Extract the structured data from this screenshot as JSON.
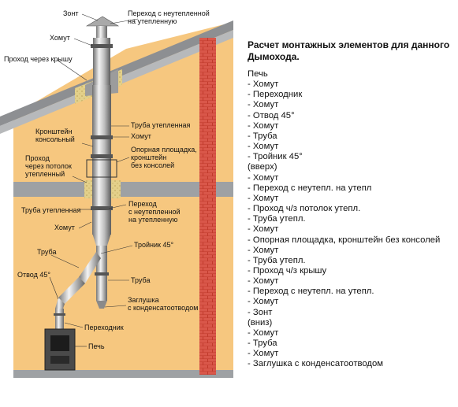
{
  "diagram": {
    "labels": {
      "zont": "Зонт",
      "perehod_top": "Переход с неутепленной\nна утепленную",
      "homut_top": "Хомут",
      "prohod_krysha": "Проход через крышу",
      "truba_uteplennaya_top": "Труба утепленная",
      "kronshtein": "Кронштейн\nконсольный",
      "homut_mid": "Хомут",
      "opornaya": "Опорная площадка,\nкронштейн\nбез консолей",
      "prohod_potolok": "Проход\nчерез потолок\nутепленный",
      "truba_uteplennaya_bottom": "Труба утепленная",
      "perehod_bottom": "Переход\nс неутепленной\nна утепленную",
      "homut_bottom": "Хомут",
      "troinik": "Тройник 45°",
      "truba_left": "Труба",
      "otvod": "Отвод 45°",
      "truba_right": "Труба",
      "zaglushka": "Заглушка\nс конденсатоотводом",
      "perehodnik": "Переходник",
      "pech": "Печь"
    }
  },
  "panel": {
    "title": "Расчет монтажных элементов для данного Дымохода.",
    "items": [
      "Печь",
      "- Хомут",
      "- Переходник",
      "- Хомут",
      "- Отвод 45°",
      "- Хомут",
      "- Труба",
      "- Хомут",
      "- Тройник 45°",
      "(вверх)",
      "- Хомут",
      "- Переход с неутепл. на утепл",
      "- Хомут",
      "- Проход ч/з потолок утепл.",
      "- Труба утепл.",
      "- Хомут",
      "- Опорная площадка, кронштейн без консолей",
      "- Хомут",
      "- Труба утепл.",
      "- Проход ч/з крышу",
      "- Хомут",
      "- Переход с неутепл. на утепл.",
      "- Хомут",
      "- Зонт",
      "(вниз)",
      "- Хомут",
      "- Труба",
      "- Хомут",
      "- Заглушка с конденсатоотводом"
    ]
  }
}
